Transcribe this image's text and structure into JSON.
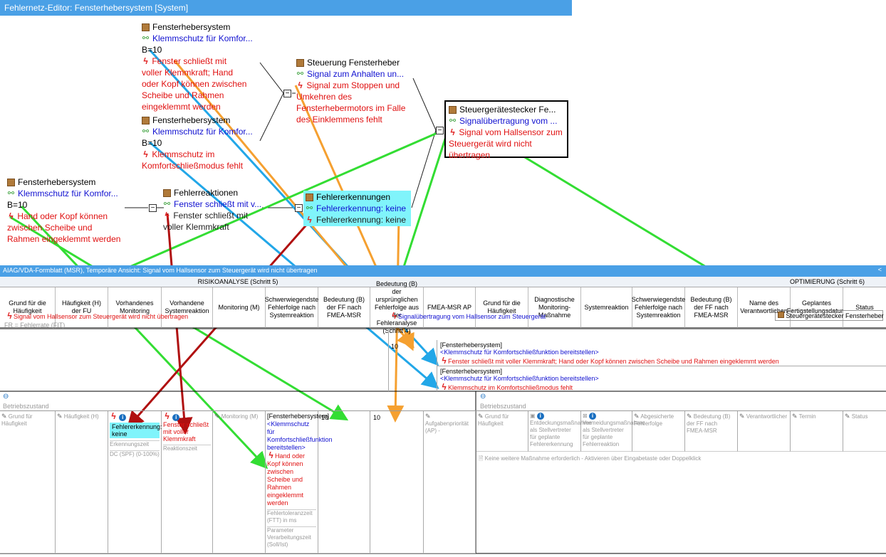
{
  "window_title": "Fehlernetz-Editor: Fensterhebersystem [System]",
  "nodes": {
    "n1": {
      "title": "Fensterhebersystem",
      "function": "Klemmschutz für Komfor...",
      "b": "B=10",
      "failure": "Fenster schließt mit voller Klemmkraft; Hand oder Kopf können zwischen Scheibe und Rahmen eingeklemmt werden"
    },
    "n2": {
      "title": "Fensterhebersystem",
      "function": "Klemmschutz für Komfor...",
      "b": "B=10",
      "failure": "Klemmschutz im Komfortschließmodus fehlt"
    },
    "n3": {
      "title": "Steuerung Fensterheber",
      "function": "Signal zum Anhalten un...",
      "failure": "Signal zum Stoppen und Umkehren des Fensterhebermotors im Falle des Einklemmens fehlt"
    },
    "n4": {
      "title": "Steuergerätestecker Fe...",
      "function": "Signalübertragung vom ...",
      "failure": "Signal vom Hallsensor zum Steuergerät wird nicht übertragen"
    },
    "n5": {
      "title": "Fensterhebersystem",
      "function": "Klemmschutz für Komfor...",
      "b": "B=10",
      "failure": "Hand oder Kopf können zwischen Scheibe und Rahmen eingeklemmt werden"
    },
    "n6": {
      "title": "Fehlerreaktionen",
      "function": "Fenster schließt mit v...",
      "failure": "Fenster schließt mit voller Klemmkraft"
    },
    "n7": {
      "title": "Fehlererkennungen",
      "function": "Fehlererkennung: keine",
      "failure": "Fehlererkennung: keine"
    }
  },
  "form": {
    "bar_title": "AIAG/VDA-Formblatt (MSR), Temporäre Ansicht: Signal vom Hallsensor zum Steuergerät wird nicht übertragen",
    "collapse_glyph": "<",
    "risk_section": "RISIKOANALYSE (Schritt 5)",
    "opt_section": "OPTIMIERUNG (Schritt 6)",
    "risk_cols": [
      "Grund für die Häufigkeit",
      "Häufigkeit (H) der FU",
      "Vorhandenes Monitoring",
      "Vorhandene Systemreaktion",
      "Monitoring (M)",
      "Schwerwiegendste Fehlerfolge nach Systemreaktion",
      "Bedeutung (B) der FF nach FMEA-MSR",
      "Bedeutung (B) der ursprünglichen Fehlerfolge aus der Fehleranalyse (Schritt 4)",
      "FMEA-MSR AP"
    ],
    "opt_cols": [
      "Grund für die Häufigkeit",
      "Diagnostische Monitoring-Maßnahme",
      "Systemreaktion",
      "Schwerwiegendste Fehlerfolge nach Systemreaktion",
      "Bedeutung (B) der FF nach FMEA-MSR",
      "Name des Verantwortlichen",
      "Geplantes Fertigstellungsdatum",
      "Status"
    ],
    "fc_row": "Signal vom Hallsensor zum Steuergerät wird nicht übertragen",
    "fm_row": "Signalübertragung vom Hallsensor zum Steuergerät",
    "element_row": "Steuergerätestecker Fensterheber",
    "fr_label": "FR = Fehlerrate (FIT)",
    "b_value": "10",
    "effects": [
      {
        "sys": "[Fensterhebersystem]",
        "func": "<Klemmschutz für Komfortschließfunktion bereitstellen>",
        "fail": "Fenster schließt mit voller Klemmkraft; Hand oder Kopf können zwischen Scheibe und Rahmen eingeklemmt werden"
      },
      {
        "sys": "[Fensterhebersystem]",
        "func": "<Klemmschutz für Komfortschließfunktion bereitstellen>",
        "fail": "Klemmschutz im Komfortschließmodus fehlt"
      }
    ],
    "betrieb": "Betriebszustand",
    "lower": {
      "grund": "Grund für Häufigkeit",
      "haeufigkeit": "Häufigkeit (H)",
      "det": "Fehlererkennung: keine",
      "erkennungszeit": "Erkennungszeit",
      "dc": "DC (SPF) (0-100%)",
      "reaction": "Fenster schließt mit voller Klemmkraft",
      "reaktionszeit": "Reaktionszeit",
      "monitoring": "Monitoring (M)",
      "effect_sys": "[Fensterhebersystem]",
      "effect_func": "<Klemmschutz für Komfortschließfunktion bereitstellen>",
      "effect_fail": "Hand oder Kopf können zwischen Scheibe und Rahmen eingeklemmt werden",
      "ftt": "Fehlertoleranzzeit (FTT) in ms",
      "param": "Parameter Verarbeitungszeit (Soll/Ist)",
      "b1": "10",
      "b2": "10",
      "ap": "Aufgabenpriorität (AP) -"
    },
    "opt_lower": {
      "grund": "Grund für Häufigkeit",
      "entdeckung": "Entdeckungsmaßnahme als Stellvertreter für geplante Fehlererkennung",
      "vermeidung": "Vermeidungsmaßnahme als Stellvertreter für geplante Fehlerreaktion",
      "abgesichert": "Abgesicherte Fehlerfolge",
      "bedeutung": "Bedeutung (B) der FF nach FMEA-MSR",
      "verantwortlicher": "Verantwortlicher",
      "termin": "Termin",
      "status": "Status",
      "keine": "Keine weitere Maßnahme erforderlich - Aktivieren über Eingabetaste oder Doppelklick"
    }
  },
  "colors": {
    "title_bar": "#4aa0e6",
    "highlight": "#80f4fb",
    "blue_arrow": "#22a7e8",
    "orange_arrow": "#f5a030",
    "green_arrow": "#33dd33",
    "darkred_arrow": "#b01010"
  }
}
